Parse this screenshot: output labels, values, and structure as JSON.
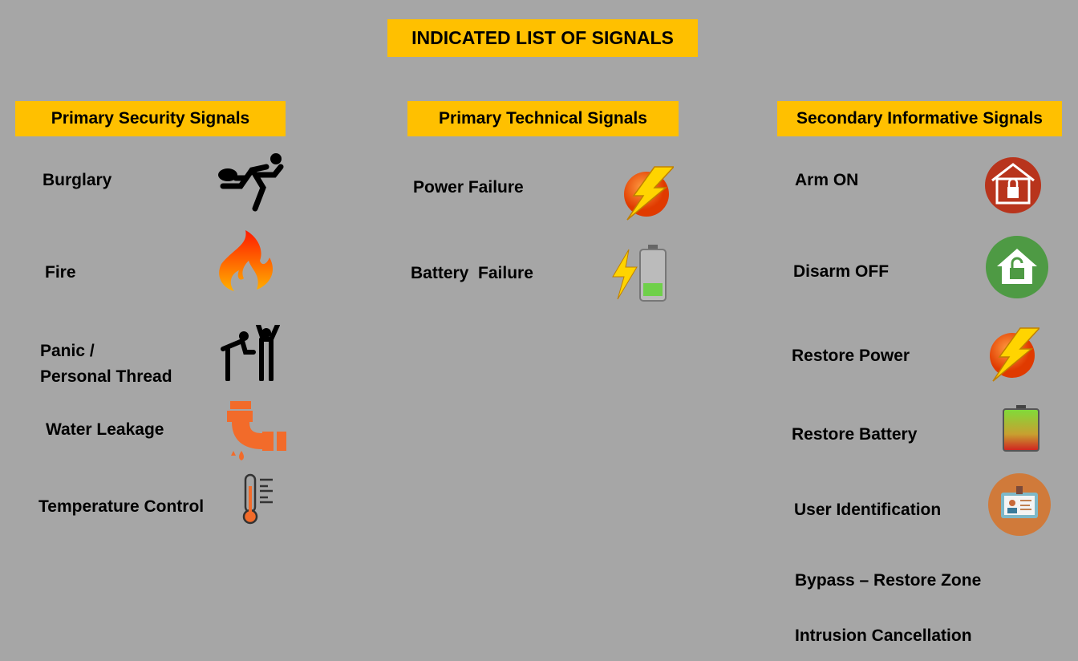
{
  "title": "INDICATED LIST OF SIGNALS",
  "columns": [
    {
      "header": "Primary Security Signals",
      "items": [
        {
          "label": "Burglary",
          "icon": "running-thief-icon"
        },
        {
          "label": "Fire",
          "icon": "fire-icon"
        },
        {
          "label_line1": "Panic /",
          "label_line2": "Personal Thread",
          "icon": "hold-up-icon"
        },
        {
          "label": "Water Leakage",
          "icon": "leaking-pipe-icon"
        },
        {
          "label": "Temperature Control",
          "icon": "thermometer-icon"
        }
      ]
    },
    {
      "header": "Primary Technical Signals",
      "items": [
        {
          "label": "Power Failure",
          "icon": "lightning-icon"
        },
        {
          "label": "Battery  Failure",
          "icon": "low-battery-icon"
        }
      ]
    },
    {
      "header": "Secondary Informative Signals",
      "items": [
        {
          "label": "Arm ON",
          "icon": "house-lock-icon"
        },
        {
          "label": "Disarm OFF",
          "icon": "house-unlock-icon"
        },
        {
          "label": "Restore Power",
          "icon": "lightning-icon"
        },
        {
          "label": "Restore Battery",
          "icon": "full-battery-icon"
        },
        {
          "label": "User Identification",
          "icon": "id-badge-icon"
        },
        {
          "label": "Bypass – Restore Zone"
        },
        {
          "label": "Intrusion Cancellation"
        }
      ]
    }
  ],
  "colors": {
    "background": "#a6a6a6",
    "header": "#ffc000",
    "orange": "#f26b2a",
    "green": "#4e9a44"
  }
}
